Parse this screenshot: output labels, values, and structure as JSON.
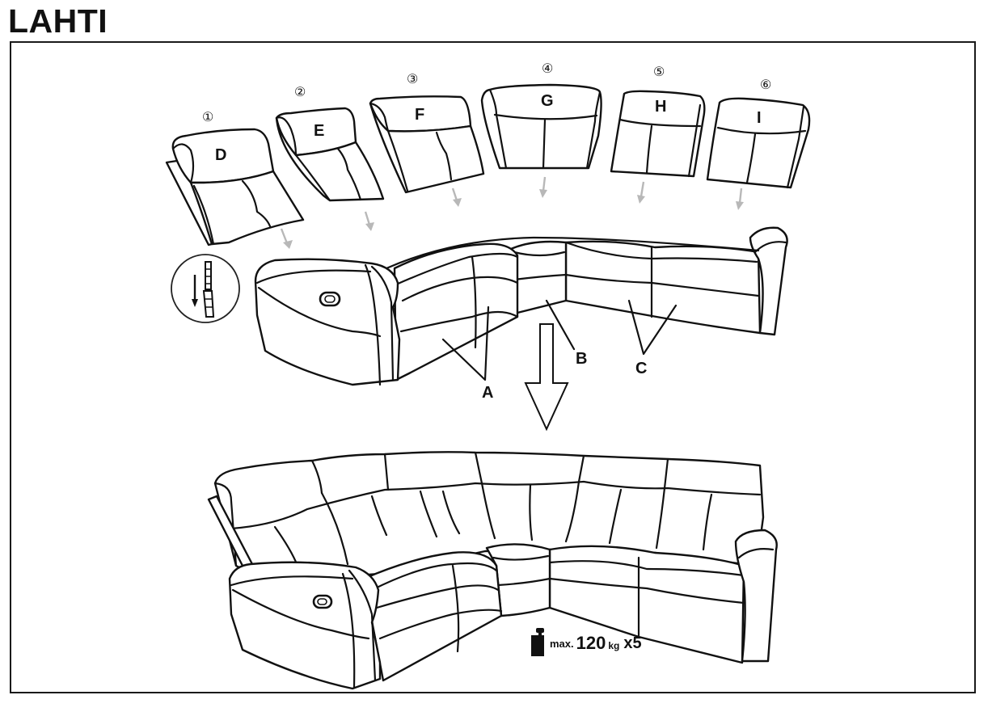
{
  "header": {
    "title": "LAHTI"
  },
  "modules": [
    {
      "step": "①",
      "part": "D"
    },
    {
      "step": "②",
      "part": "E"
    },
    {
      "step": "③",
      "part": "F"
    },
    {
      "step": "④",
      "part": "G"
    },
    {
      "step": "⑤",
      "part": "H"
    },
    {
      "step": "⑥",
      "part": "I"
    }
  ],
  "assembly_labels": {
    "a": "A",
    "b": "B",
    "c": "C"
  },
  "icons": {
    "detail": "bracket-slide-detail-icon",
    "down_arrow": "large-down-arrow-icon",
    "weight": "weight-icon",
    "recliner_handle": "recliner-handle-icon"
  },
  "load_capacity": {
    "prefix": "max.",
    "value": "120",
    "unit": "kg",
    "multiplier": "x5"
  },
  "colors": {
    "line": "#111111",
    "guide_arrow": "#b8b8b8",
    "background": "#ffffff"
  }
}
